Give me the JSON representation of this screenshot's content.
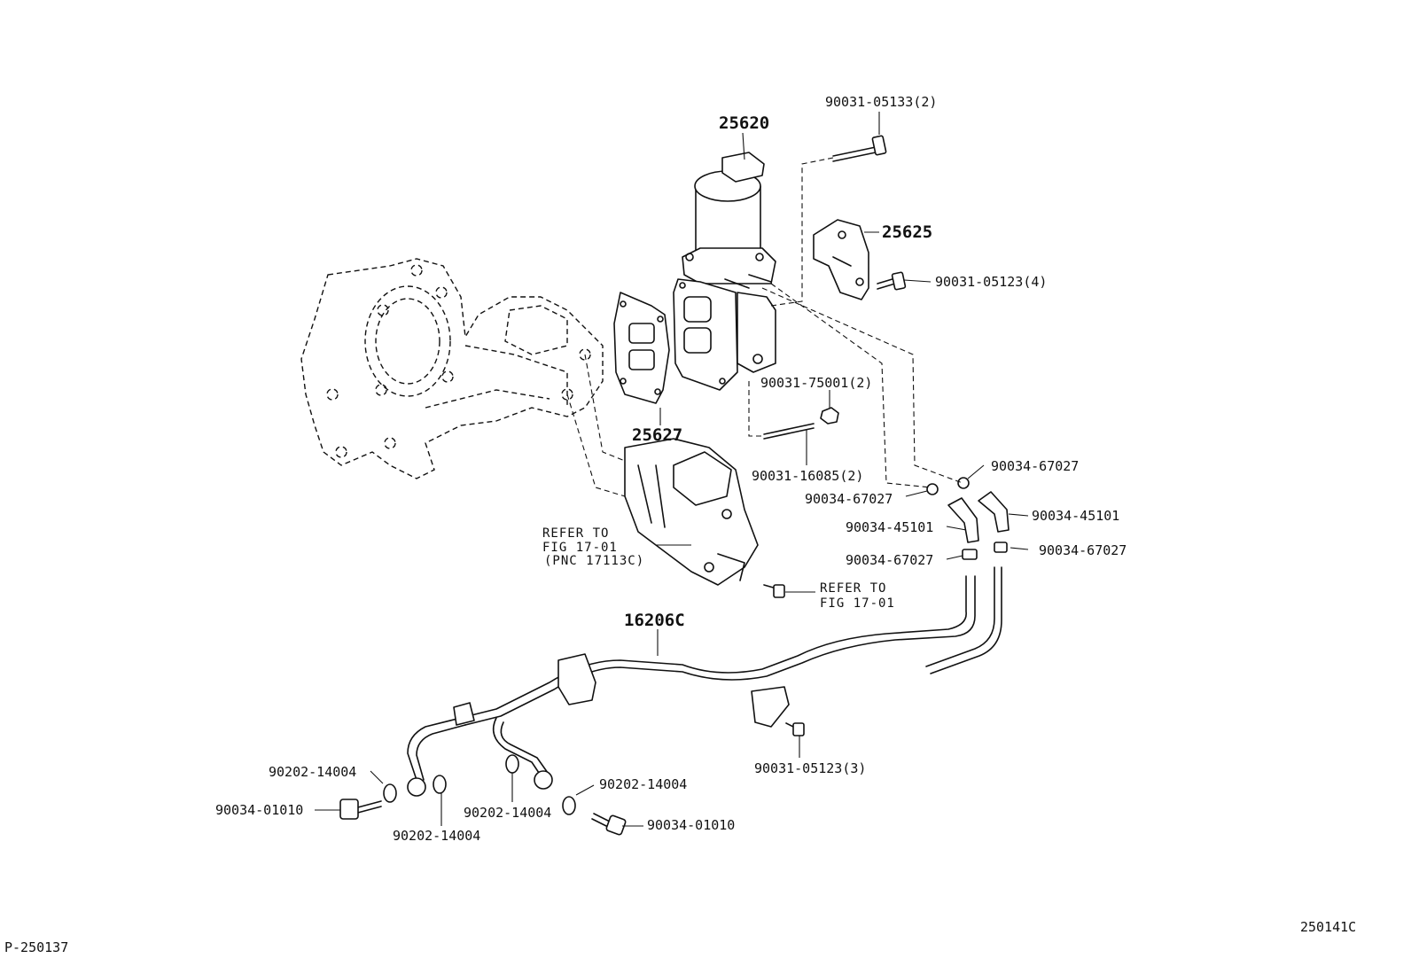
{
  "labels": {
    "bolt_05133": "90031-05133(2)",
    "egr_valve": "25620",
    "bracket_25625": "25625",
    "bolt_05123_4": "90031-05123(4)",
    "nut_75001": "90031-75001(2)",
    "gasket_25627": "25627",
    "stud_16085": "90031-16085(2)",
    "clip_67027_a": "90034-67027",
    "clip_67027_b": "90034-67027",
    "hose_45101_a": "90034-45101",
    "hose_45101_b": "90034-45101",
    "clip_67027_c": "90034-67027",
    "clip_67027_d": "90034-67027",
    "refer_a_1": "REFER TO",
    "refer_a_2": "FIG 17-01",
    "refer_a_3": "(PNC 17113C)",
    "refer_b_1": "REFER TO",
    "refer_b_2": "FIG 17-01",
    "pipe_16206C": "16206C",
    "bolt_05123_3": "90031-05123(3)",
    "gasket_14004_a": "90202-14004",
    "union_01010_a": "90034-01010",
    "gasket_14004_b": "90202-14004",
    "gasket_14004_c": "90202-14004",
    "gasket_14004_d": "90202-14004",
    "union_01010_b": "90034-01010"
  },
  "footer": {
    "left_code": "P-250137",
    "right_code": "250141C"
  }
}
